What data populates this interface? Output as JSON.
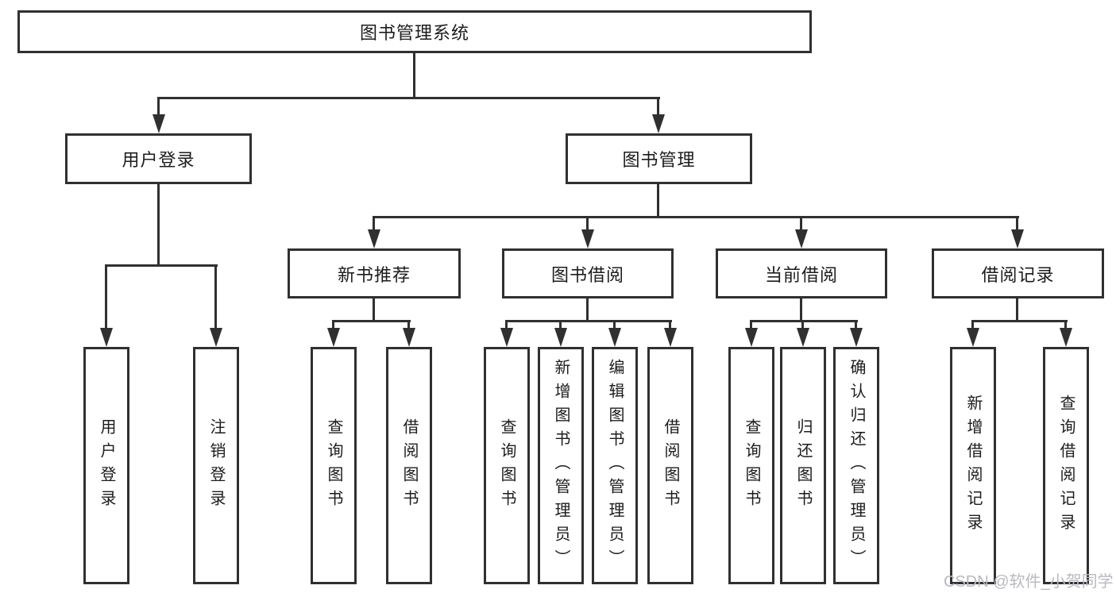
{
  "tree": {
    "root": {
      "label": "图书管理系统",
      "children": [
        {
          "label": "用户登录",
          "children": [
            {
              "label": "用户登录"
            },
            {
              "label": "注销登录"
            }
          ]
        },
        {
          "label": "图书管理",
          "children": [
            {
              "label": "新书推荐",
              "children": [
                {
                  "label": "查询图书"
                },
                {
                  "label": "借阅图书"
                }
              ]
            },
            {
              "label": "图书借阅",
              "children": [
                {
                  "label": "查询图书"
                },
                {
                  "label": "新增图书（管理员）"
                },
                {
                  "label": "编辑图书（管理员）"
                },
                {
                  "label": "借阅图书"
                }
              ]
            },
            {
              "label": "当前借阅",
              "children": [
                {
                  "label": "查询图书"
                },
                {
                  "label": "归还图书"
                },
                {
                  "label": "确认归还（管理员）"
                }
              ]
            },
            {
              "label": "借阅记录",
              "children": [
                {
                  "label": "新增借阅记录"
                },
                {
                  "label": "查询借阅记录"
                }
              ]
            }
          ]
        }
      ]
    }
  },
  "watermark": {
    "text": "CSDN @软件_小贺同学"
  },
  "colors": {
    "line": "#303030",
    "text": "#1c1c1c",
    "watermark": "#b9b9c0",
    "background": "#ffffff"
  }
}
